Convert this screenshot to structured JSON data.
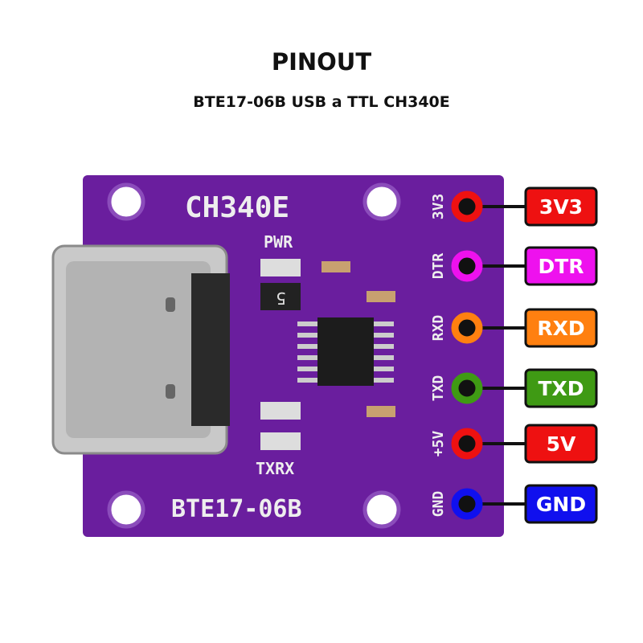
{
  "header": {
    "title": "PINOUT",
    "subtitle": "BTE17-06B USB a TTL CH340E"
  },
  "board": {
    "chip_label": "CH340E",
    "pwr_label": "PWR",
    "txrx_label": "TXRX",
    "model_label": "BTE17-06B",
    "resistor_marking": "5",
    "color": "#6a1e9e",
    "side_labels": [
      "3V3",
      "DTR",
      "RXD",
      "TXD",
      "+5V",
      "GND"
    ]
  },
  "pins": [
    {
      "label": "3V3",
      "color": "#ee1111"
    },
    {
      "label": "DTR",
      "color": "#ee11ee"
    },
    {
      "label": "RXD",
      "color": "#ff8010"
    },
    {
      "label": "TXD",
      "color": "#3f9a14"
    },
    {
      "label": "5V",
      "color": "#ee1111"
    },
    {
      "label": "GND",
      "color": "#1010ee"
    }
  ]
}
